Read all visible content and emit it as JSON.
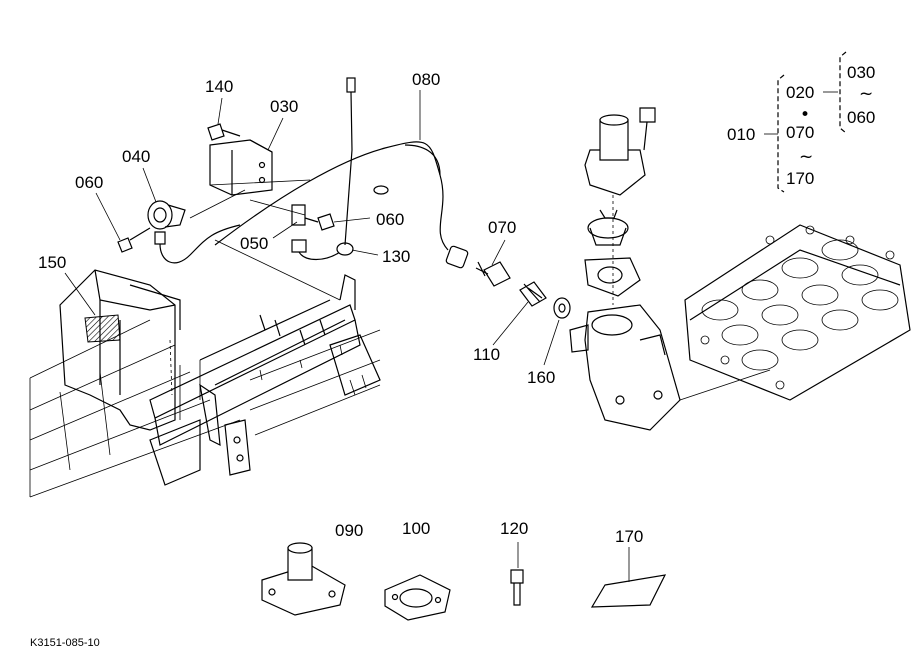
{
  "labels": {
    "p140": "140",
    "p030": "030",
    "p080": "080",
    "p040": "040",
    "p060a": "060",
    "p060b": "060",
    "p050": "050",
    "p130": "130",
    "p150": "150",
    "p070": "070",
    "p110": "110",
    "p160": "160",
    "p090": "090",
    "p100": "100",
    "p120": "120",
    "p170": "170"
  },
  "group_legend": {
    "root": "010",
    "item_020": "020",
    "dot": "•",
    "item_070": "070",
    "tilde1": "~",
    "item_170": "170",
    "sub_030": "030",
    "tilde2": "~",
    "sub_060": "060"
  },
  "diagram_code": "K3151-085-10"
}
